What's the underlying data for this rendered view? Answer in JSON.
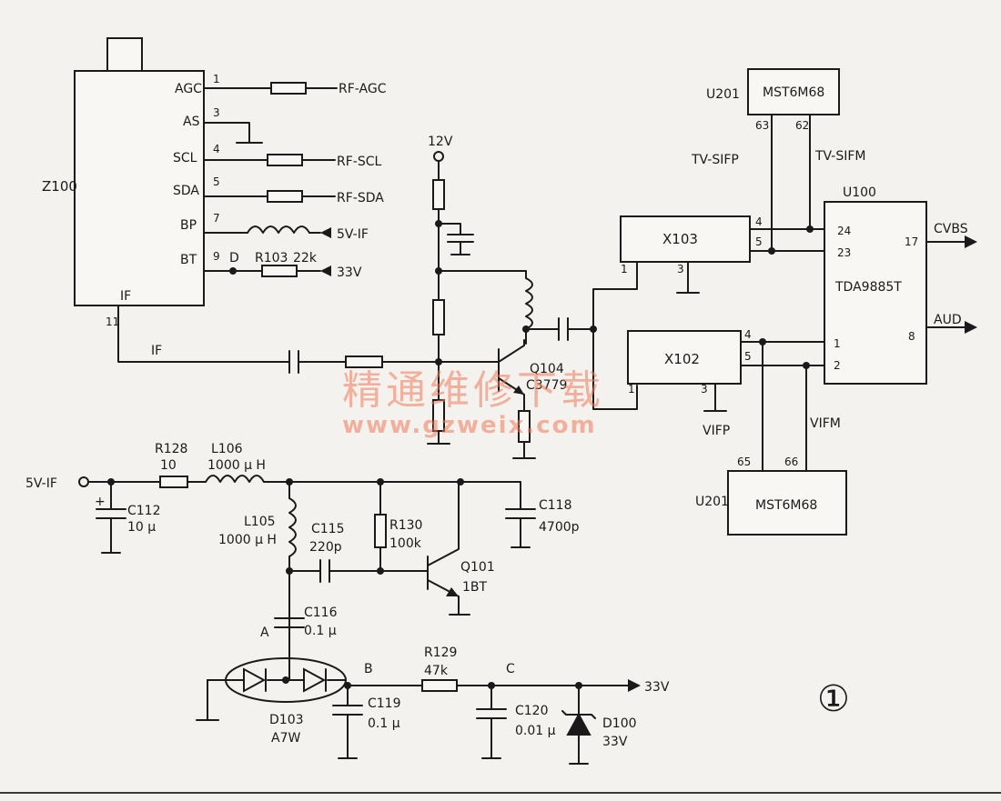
{
  "tuner": {
    "name": "Z100",
    "if_pin_label": "IF",
    "if_pin_num": "11",
    "pins": [
      {
        "name": "AGC",
        "num": "1",
        "net": "RF-AGC"
      },
      {
        "name": "AS",
        "num": "3"
      },
      {
        "name": "SCL",
        "num": "4",
        "net": "RF-SCL"
      },
      {
        "name": "SDA",
        "num": "5",
        "net": "RF-SDA"
      },
      {
        "name": "BP",
        "num": "7",
        "net": "5V-IF"
      },
      {
        "name": "BT",
        "num": "9",
        "net": "33V"
      }
    ],
    "bt_node": "D",
    "bt_resistor": {
      "ref": "R103",
      "value": "22k"
    }
  },
  "if_net": "IF",
  "supply_12v": "12V",
  "transistor_q104": {
    "ref": "Q104",
    "part": "C3779"
  },
  "saw_filters": [
    {
      "ref": "X103",
      "pins": {
        "in": "1",
        "gnd": "3",
        "out_a": "4",
        "out_b": "5"
      }
    },
    {
      "ref": "X102",
      "pins": {
        "in": "1",
        "gnd": "3",
        "out_a": "4",
        "out_b": "5"
      }
    }
  ],
  "u201_top": {
    "ref": "U201",
    "part": "MST6M68",
    "pin_a": "63",
    "pin_b": "62",
    "net_a": "TV-SIFP",
    "net_b": "TV-SIFM"
  },
  "u201_bottom": {
    "ref": "U201",
    "part": "MST6M68",
    "pin_a": "65",
    "pin_b": "66",
    "net_a": "VIFP",
    "net_b": "VIFM"
  },
  "u100": {
    "ref": "U100",
    "part": "TDA9885T",
    "pins": [
      "24",
      "23",
      "1",
      "2",
      "17",
      "8"
    ],
    "outputs": [
      "CVBS",
      "AUD"
    ]
  },
  "supply_circuit": {
    "input": "5V-IF",
    "r128": {
      "ref": "R128",
      "value": "10"
    },
    "l106": {
      "ref": "L106",
      "value": "1000 μ H"
    },
    "c112": {
      "ref": "C112",
      "value": "10 μ"
    },
    "l105": {
      "ref": "L105",
      "value": "1000 μ H"
    },
    "c115": {
      "ref": "C115",
      "value": "220p"
    },
    "r130": {
      "ref": "R130",
      "value": "100k"
    },
    "q101": {
      "ref": "Q101",
      "part": "1BT"
    },
    "c118": {
      "ref": "C118",
      "value": "4700p"
    },
    "c116": {
      "ref": "C116",
      "value": "0.1 μ"
    },
    "d103": {
      "ref": "D103",
      "part": "A7W"
    },
    "c119": {
      "ref": "C119",
      "value": "0.1 μ"
    },
    "r129": {
      "ref": "R129",
      "value": "47k"
    },
    "c120": {
      "ref": "C120",
      "value": "0.01 μ"
    },
    "d100": {
      "ref": "D100",
      "value": "33V"
    },
    "output": "33V",
    "nodes": [
      "A",
      "B",
      "C"
    ]
  },
  "figure_number": "①",
  "watermark": {
    "line1": "精通维修下载",
    "line2": "www.gzweix.com"
  }
}
